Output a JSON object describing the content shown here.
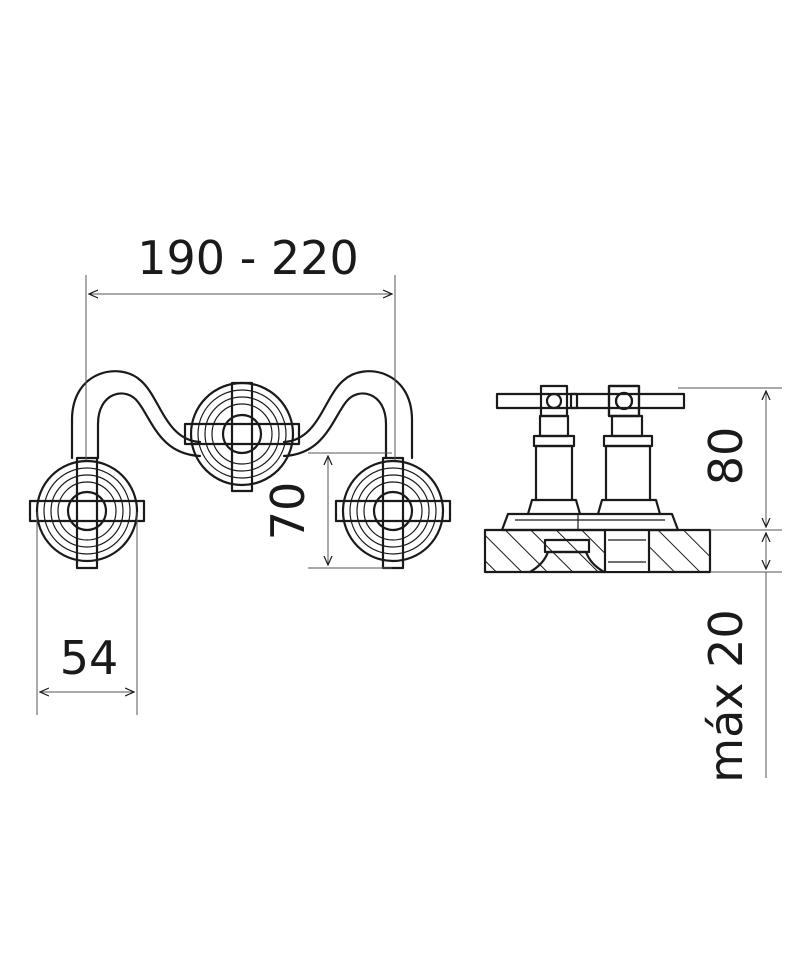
{
  "dimensions": {
    "spread": "190 - 220",
    "handle_height": "70",
    "handle_diameter": "54",
    "total_height": "80",
    "max_thickness": "máx 20"
  },
  "colors": {
    "line": "#1a1a1a",
    "background": "#ffffff"
  }
}
